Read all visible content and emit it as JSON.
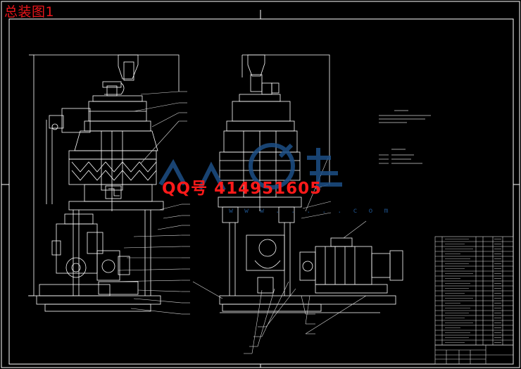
{
  "title": "总装图1",
  "watermark": {
    "qq_text": "QQ号  414951605",
    "url_text": "w w w . . . . . c o m"
  },
  "colors": {
    "background": "#000000",
    "line": "#ffffff",
    "title": "#e8161b",
    "qq": "#ff1a1a",
    "watermark_logo": "#1d4f86",
    "leader": "#d9d9d9"
  }
}
